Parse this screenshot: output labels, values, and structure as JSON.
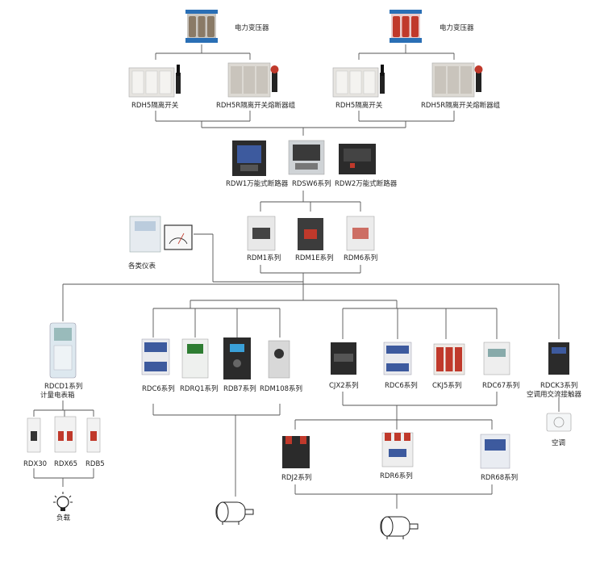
{
  "transformers": [
    {
      "label": "电力变压器",
      "color": "#8a7a66"
    },
    {
      "label": "电力变压器",
      "color": "#c0392b"
    }
  ],
  "switches": [
    {
      "label": "RDH5隔离开关"
    },
    {
      "label": "RDH5R隔离开关熔断器组"
    },
    {
      "label": "RDH5隔离开关"
    },
    {
      "label": "RDH5R隔离开关熔断器组"
    }
  ],
  "breakers": [
    {
      "label": "RDW1万能式断路器"
    },
    {
      "label": "RDSW6系列"
    },
    {
      "label": "RDW2万能式断路器"
    }
  ],
  "mccb": [
    {
      "label": "RDM1系列"
    },
    {
      "label": "RDM1E系列"
    },
    {
      "label": "RDM6系列"
    }
  ],
  "meters": {
    "label": "各类仪表"
  },
  "meter_box": {
    "label_line1": "RDCD1系列",
    "label_line2": "计量电表箱"
  },
  "mcb": [
    {
      "label": "RDX30"
    },
    {
      "label": "RDX65"
    },
    {
      "label": "RDB5"
    }
  ],
  "load": {
    "label": "负载"
  },
  "group_left": [
    {
      "label": "RDC6系列"
    },
    {
      "label": "RDRQ1系列"
    },
    {
      "label": "RDB7系列"
    },
    {
      "label": "RDM108系列"
    }
  ],
  "group_right": [
    {
      "label": "CJX2系列"
    },
    {
      "label": "RDC6系列"
    },
    {
      "label": "CKJ5系列"
    },
    {
      "label": "RDC67系列"
    }
  ],
  "relays": [
    {
      "label": "RDJ2系列"
    },
    {
      "label": "RDR6系列"
    },
    {
      "label": "RDR68系列"
    }
  ],
  "ac_contactor": {
    "label_line1": "RDCK3系列",
    "label_line2": "空调用交流接触器"
  },
  "aircon": {
    "label": "空调"
  },
  "colors": {
    "line": "#555555",
    "device_light": "#e8e8e8",
    "device_dark": "#2b2b2b",
    "contactor_blue": "#3d5a9e",
    "relay_red": "#c0392b"
  }
}
